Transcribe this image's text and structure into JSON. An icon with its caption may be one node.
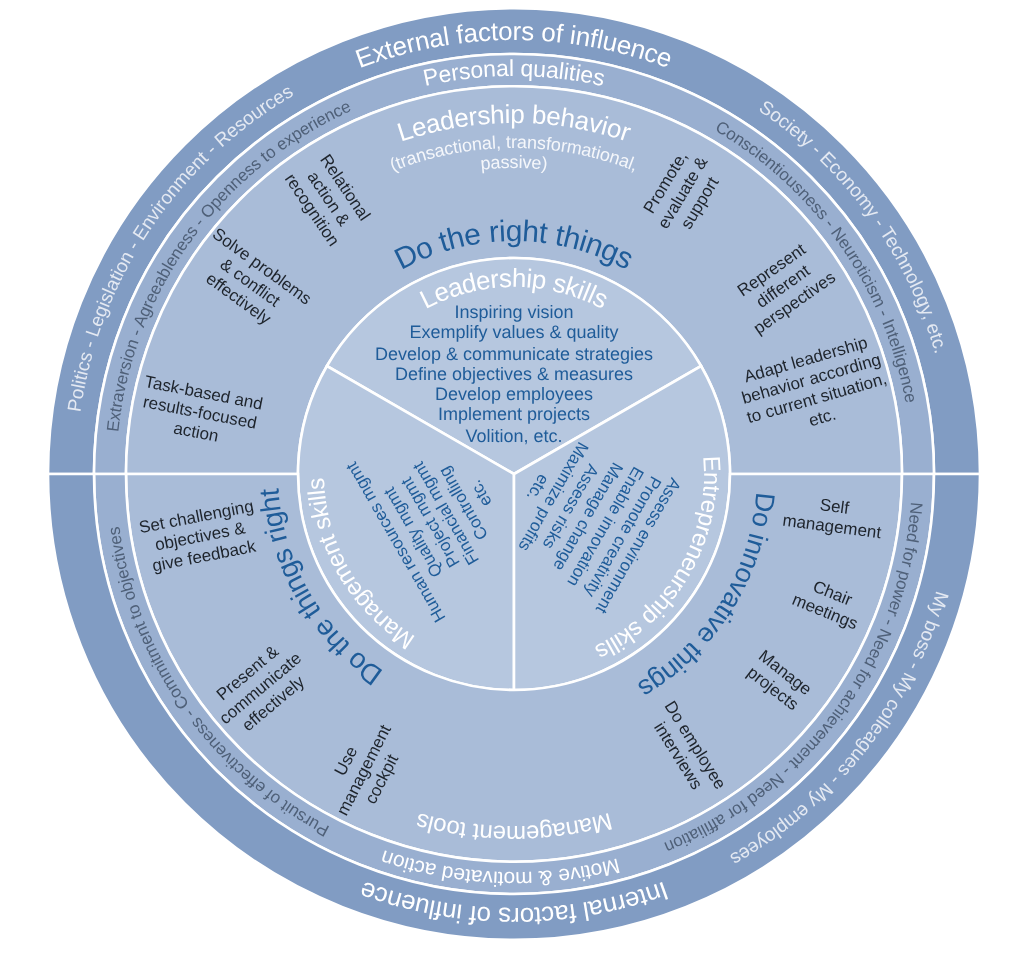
{
  "diagram": {
    "nodes": [
      {
        "text": [
          "External factors of influence"
        ]
      },
      {
        "text": [
          "Personal qualities"
        ]
      },
      {
        "text": [
          "Leadership behavior",
          "(transactional, transformational, passive)"
        ]
      },
      {
        "text": [
          "Leadership skills",
          "Inspiring vision",
          "Exemplify values & quality",
          "Develop & communicate strategies",
          "Define objectives & measures",
          "Develop employees",
          "Implement projects",
          "Volition, etc."
        ],
        "beside": [
          "Do the right things"
        ]
      },
      {
        "text": [
          "Management skills",
          "Human resources mgmt",
          "Quality mgmt",
          "Project mgmt",
          "Financial mgmt",
          "Controlling",
          "etc."
        ],
        "beside": [
          "Do the things right"
        ]
      },
      {
        "text": [
          "Entrepreneurship skills",
          "Assess environment",
          "Promote creativity",
          "Enable innovation",
          "Manage change",
          "Assess risks",
          "Maximize profits",
          "etc."
        ],
        "beside": [
          "Do innovative things"
        ]
      },
      {
        "text": [
          "Management tools"
        ]
      },
      {
        "text": [
          "Motive & motivated action"
        ]
      },
      {
        "text": [
          "Internal factors of influence"
        ]
      }
    ],
    "labels": [
      "Politics - Legislation - Environment - Resources",
      "Society - Economy - Technology, etc.",
      "Extraversion - Agreeableness - Openness to experience",
      "Conscientiousness - Neuroticism - Intelligence",
      "Relational action & recognition",
      "Promote, evaluate & support",
      "Solve problems & conflict effectively",
      "Represent different perspectives",
      "Task-based and results-focused action",
      "Adapt leadership behavior according to current situation, etc.",
      "Set challenging objectives & give feedback",
      "Self management",
      "Chair meetings",
      "Present & communicate effectively",
      "Manage projects",
      "Use management cockpit",
      "Do employee interviews",
      "Pursuit of effectiveness - Commitment to objectives",
      "Need for power - Need for achievement - Need for affiliation",
      "My boss - My colleagues - My employees"
    ]
  }
}
